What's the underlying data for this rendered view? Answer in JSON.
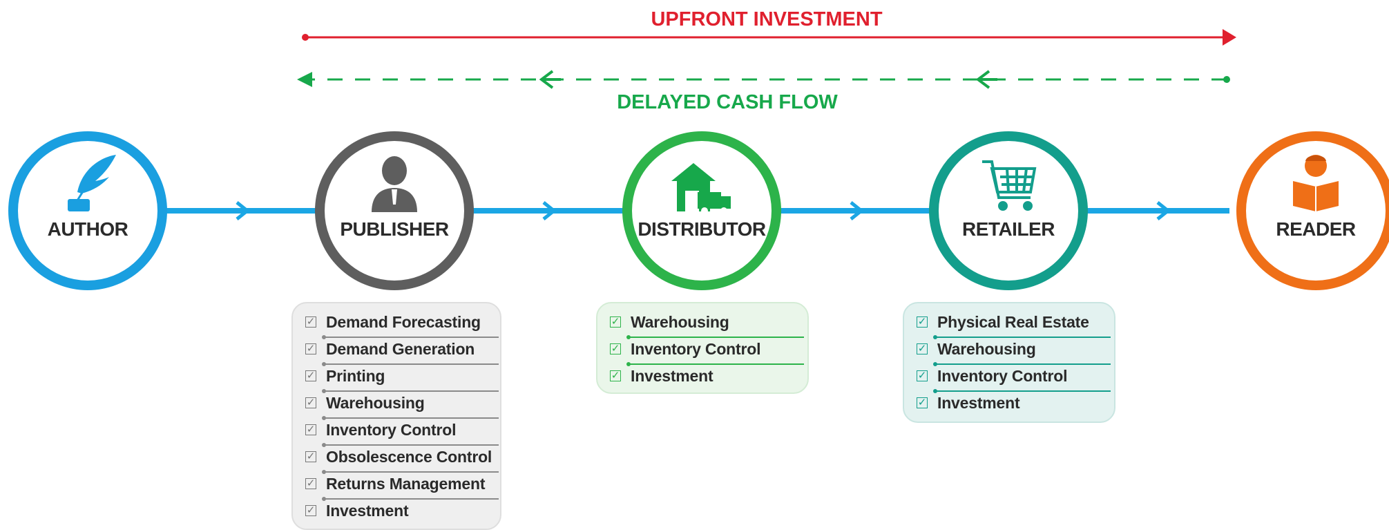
{
  "header": {
    "upfront_label": "UPFRONT INVESTMENT",
    "delayed_label": "DELAYED CASH FLOW"
  },
  "colors": {
    "red": "#e0202e",
    "green": "#17a84b",
    "blue": "#1ba6e4",
    "author": "#1a9fe0",
    "publisher": "#5e5e5e",
    "distributor": "#2db34a",
    "retailer": "#139e8c",
    "reader": "#ef6f17"
  },
  "nodes": [
    {
      "label": "AUTHOR",
      "icon": "quill-ink-icon"
    },
    {
      "label": "PUBLISHER",
      "icon": "businessman-icon"
    },
    {
      "label": "DISTRIBUTOR",
      "icon": "warehouse-truck-icon"
    },
    {
      "label": "RETAILER",
      "icon": "shopping-cart-icon"
    },
    {
      "label": "READER",
      "icon": "reading-person-icon"
    }
  ],
  "panels": {
    "publisher": {
      "items": [
        "Demand Forecasting",
        "Demand Generation",
        "Printing",
        "Warehousing",
        "Inventory Control",
        "Obsolescence Control",
        "Returns Management",
        "Investment"
      ]
    },
    "distributor": {
      "items": [
        "Warehousing",
        "Inventory Control",
        "Investment"
      ]
    },
    "retailer": {
      "items": [
        "Physical Real Estate",
        "Warehousing",
        "Inventory Control",
        "Investment"
      ]
    }
  }
}
